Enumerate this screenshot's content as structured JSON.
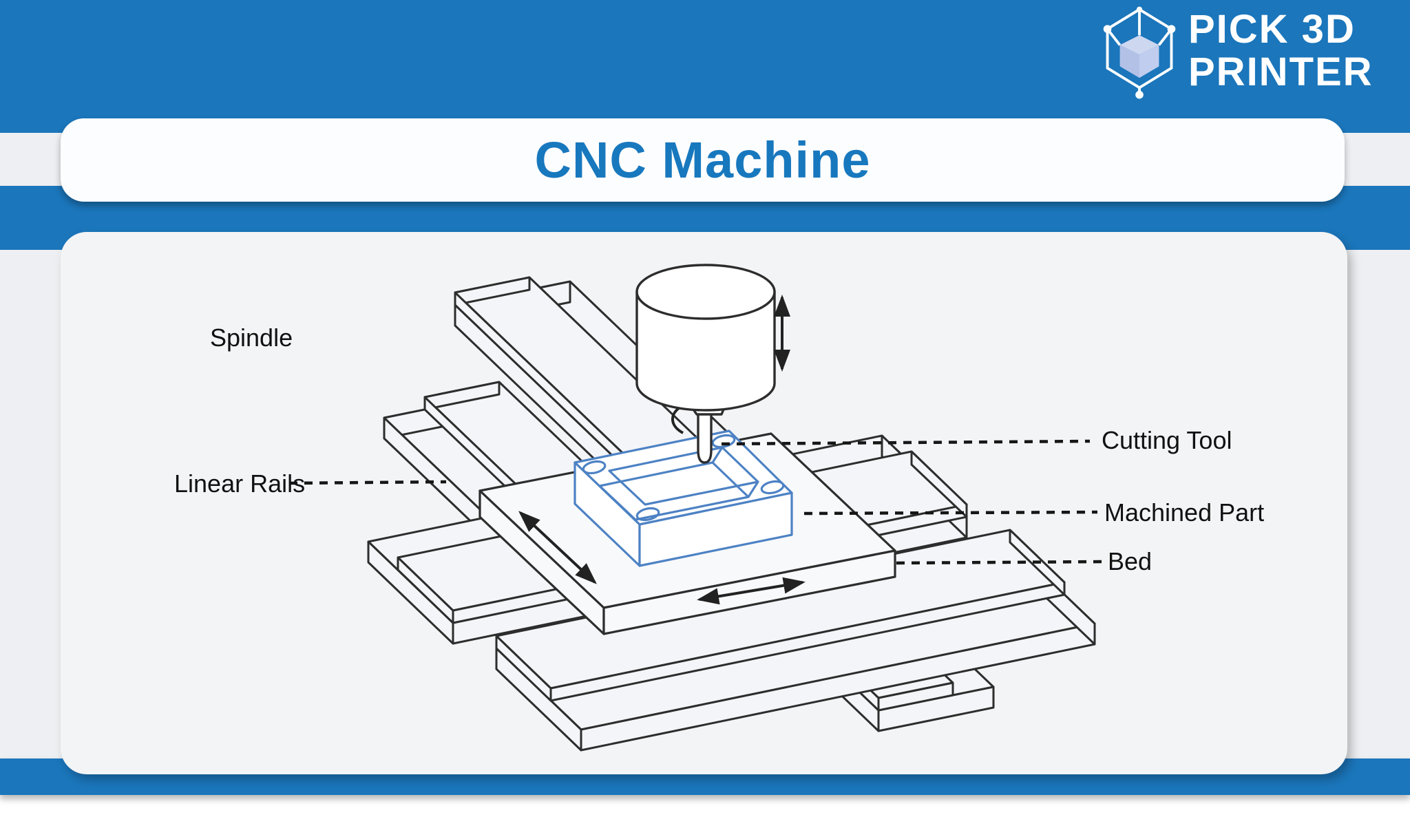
{
  "logo": {
    "line1": "PICK 3D",
    "line2": "PRINTER"
  },
  "banner": {
    "title": "CNC Machine"
  },
  "diagram": {
    "labels": {
      "spindle": "Spindle",
      "linear_rails": "Linear Rails",
      "cutting_tool": "Cutting Tool",
      "machined_part": "Machined Part",
      "bed": "Bed"
    }
  },
  "colors": {
    "brand_blue": "#1b76bb",
    "title_blue": "#1878be",
    "part_outline_blue": "#4d82c4",
    "line_dark": "#2d2d2d",
    "panel_bg": "#f3f4f6"
  }
}
